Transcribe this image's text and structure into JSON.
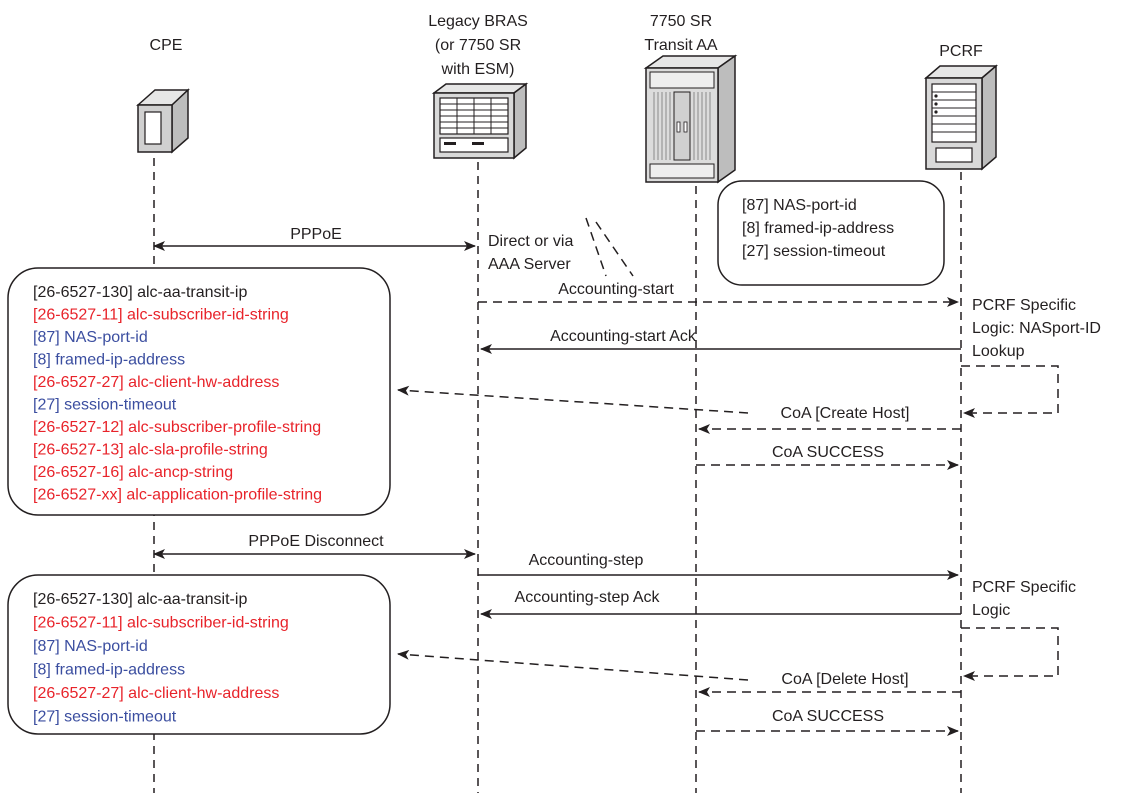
{
  "colors": {
    "ink": "#231f20",
    "attr_red": "#e8232a",
    "attr_blue": "#3b4ea0"
  },
  "nodes": {
    "cpe": {
      "lines": [
        "CPE"
      ]
    },
    "bras": {
      "lines": [
        "Legacy BRAS",
        "(or 7750 SR",
        "with ESM)"
      ]
    },
    "transit": {
      "lines": [
        "7750 SR",
        "Transit AA"
      ]
    },
    "pcrf": {
      "lines": [
        "PCRF"
      ]
    }
  },
  "top_note": {
    "lines": [
      "[87] NAS-port-id",
      "[8] framed-ip-address",
      "[27] session-timeout"
    ]
  },
  "box1": {
    "lines": [
      {
        "text": "[26-6527-130] alc-aa-transit-ip",
        "color": "black"
      },
      {
        "text": "[26-6527-11] alc-subscriber-id-string",
        "color": "red"
      },
      {
        "text": "[87] NAS-port-id",
        "color": "blue"
      },
      {
        "text": "[8] framed-ip-address",
        "color": "blue"
      },
      {
        "text": "[26-6527-27] alc-client-hw-address",
        "color": "red"
      },
      {
        "text": "[27] session-timeout",
        "color": "blue"
      },
      {
        "text": "[26-6527-12] alc-subscriber-profile-string",
        "color": "red"
      },
      {
        "text": "[26-6527-13] alc-sla-profile-string",
        "color": "red"
      },
      {
        "text": "[26-6527-16] alc-ancp-string",
        "color": "red"
      },
      {
        "text": "[26-6527-xx] alc-application-profile-string",
        "color": "red"
      }
    ]
  },
  "box2": {
    "lines": [
      {
        "text": "[26-6527-130] alc-aa-transit-ip",
        "color": "black"
      },
      {
        "text": "[26-6527-11] alc-subscriber-id-string",
        "color": "red"
      },
      {
        "text": "[87] NAS-port-id",
        "color": "blue"
      },
      {
        "text": "[8] framed-ip-address",
        "color": "blue"
      },
      {
        "text": "[26-6527-27] alc-client-hw-address",
        "color": "red"
      },
      {
        "text": "[27] session-timeout",
        "color": "blue"
      }
    ]
  },
  "messages": {
    "pppoe": "PPPoE",
    "direct_via_1": "Direct or via",
    "direct_via_2": "AAA Server",
    "acct_start": "Accounting-start",
    "acct_start_ack": "Accounting-start Ack",
    "pcrf_logic_1_a": "PCRF Specific",
    "pcrf_logic_1_b": "Logic: NASport-ID",
    "pcrf_logic_1_c": "Lookup",
    "coa_create": "CoA [Create Host]",
    "coa_success_1": "CoA SUCCESS",
    "pppoe_disconnect": "PPPoE Disconnect",
    "acct_step": "Accounting-step",
    "acct_step_ack": "Accounting-step Ack",
    "pcrf_logic_2_a": "PCRF Specific",
    "pcrf_logic_2_b": "Logic",
    "coa_delete": "CoA [Delete Host]",
    "coa_success_2": "CoA SUCCESS"
  }
}
